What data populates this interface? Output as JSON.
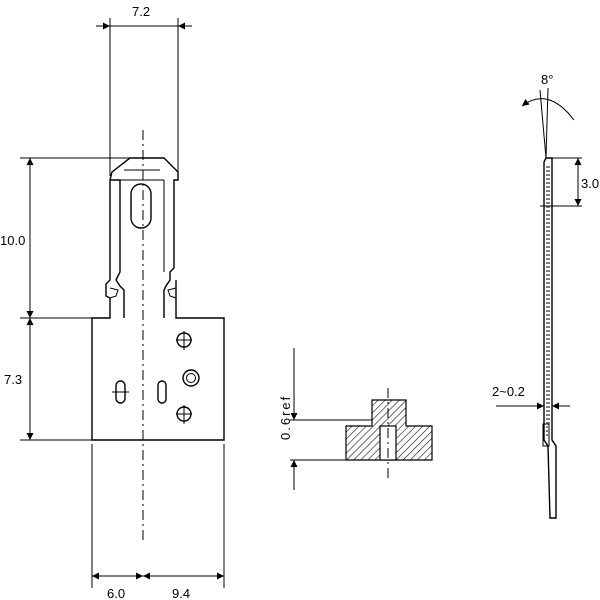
{
  "dimensions": {
    "width_top": "7.2",
    "height_upper": "10.0",
    "height_lower": "7.3",
    "width_left": "6.0",
    "width_right": "9.4",
    "ref_thickness": "0.6ref",
    "angle": "8°",
    "side_length": "3.0",
    "side_thickness": "2~0.2"
  }
}
